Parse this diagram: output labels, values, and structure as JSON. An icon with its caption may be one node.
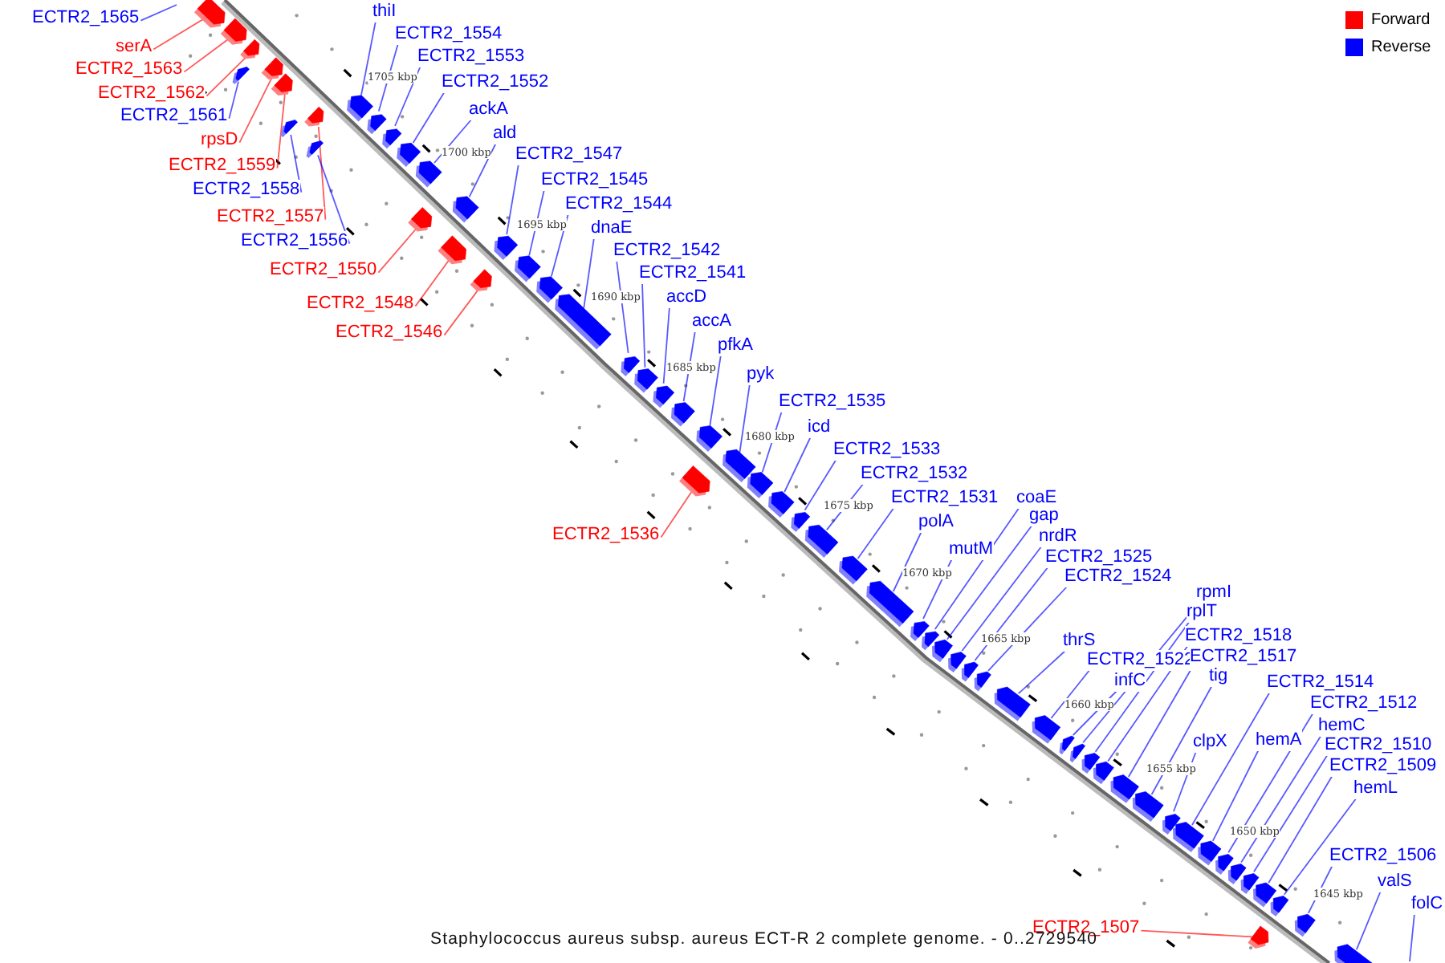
{
  "diagram": {
    "caption": "Staphylococcus aureus subsp. aureus ECT-R 2 complete genome. - 0..2729540",
    "nodes": [
      {
        "text": [
          "ECTR2_1565"
        ]
      },
      {
        "text": [
          "serA"
        ]
      },
      {
        "text": [],
        "shape": "arrow"
      },
      {
        "text": [
          "ECTR2_1563"
        ]
      },
      {
        "text": [],
        "shape": "arrow"
      },
      {
        "text": [
          "ECTR2_1562"
        ]
      },
      {
        "text": [],
        "shape": "arrow"
      },
      {
        "text": [
          "ECTR2_1561"
        ]
      },
      {
        "text": [],
        "shape": "arrow"
      },
      {
        "text": [
          "rpsD"
        ]
      },
      {
        "text": [],
        "shape": "arrow"
      },
      {
        "text": [
          "ECTR2_1559"
        ]
      },
      {
        "text": [],
        "shape": "arrow"
      },
      {
        "text": [
          "thiI"
        ]
      },
      {
        "text": [],
        "shape": "arrow"
      },
      {
        "text": [
          "ECTR2_1554"
        ]
      },
      {
        "text": [],
        "shape": "arrow"
      },
      {
        "text": [
          "ECTR2_1553"
        ]
      },
      {
        "text": [],
        "shape": "arrow"
      },
      {
        "text": [
          "ECTR2_1552"
        ]
      },
      {
        "text": [],
        "shape": "arrow"
      },
      {
        "text": [
          "ECTR2_1558"
        ]
      },
      {
        "text": [],
        "shape": "arrow"
      },
      {
        "text": [
          "ECTR2_1557"
        ]
      },
      {
        "text": [],
        "shape": "arrow"
      },
      {
        "text": [
          "ackA"
        ]
      },
      {
        "text": [],
        "shape": "arrow"
      },
      {
        "text": [
          "ald"
        ]
      },
      {
        "text": [],
        "shape": "arrow"
      },
      {
        "text": [
          "ECTR2_1556"
        ]
      },
      {
        "text": [],
        "shape": "arrow"
      },
      {
        "text": [
          "ECTR2_1550"
        ]
      },
      {
        "text": [],
        "shape": "arrow"
      },
      {
        "text": [
          "ECTR2_1547"
        ]
      },
      {
        "text": [],
        "shape": "arrow"
      },
      {
        "text": [
          "ECTR2_1545"
        ]
      },
      {
        "text": [],
        "shape": "arrow"
      },
      {
        "text": [
          "ECTR2_1544"
        ]
      },
      {
        "text": [],
        "shape": "arrow"
      },
      {
        "text": [
          "ECTR2_1548"
        ]
      },
      {
        "text": [],
        "shape": "arrow"
      },
      {
        "text": [
          "dnaE"
        ]
      },
      {
        "text": [],
        "shape": "arrow"
      },
      {
        "text": [
          "ECTR2_1546"
        ]
      },
      {
        "text": [],
        "shape": "arrow"
      },
      {
        "text": [
          "ECTR2_1542"
        ]
      },
      {
        "text": [],
        "shape": "arrow"
      },
      {
        "text": [
          "ECTR2_1541"
        ]
      },
      {
        "text": [],
        "shape": "arrow"
      },
      {
        "text": [
          "accD"
        ]
      },
      {
        "text": [],
        "shape": "arrow"
      },
      {
        "text": [
          "accA"
        ]
      },
      {
        "text": [],
        "shape": "arrow"
      },
      {
        "text": [
          "pfkA"
        ]
      },
      {
        "text": [],
        "shape": "arrow"
      },
      {
        "text": [
          "pyk"
        ]
      },
      {
        "text": [],
        "shape": "arrow"
      },
      {
        "text": [
          "ECTR2_1535"
        ]
      },
      {
        "text": [],
        "shape": "arrow"
      },
      {
        "text": [
          "ECTR2_1536"
        ]
      },
      {
        "text": [],
        "shape": "arrow"
      },
      {
        "text": [
          "icd"
        ]
      },
      {
        "text": [],
        "shape": "arrow"
      },
      {
        "text": [
          "ECTR2_1533"
        ]
      },
      {
        "text": [],
        "shape": "arrow"
      },
      {
        "text": [
          "ECTR2_1532"
        ]
      },
      {
        "text": [],
        "shape": "arrow"
      },
      {
        "text": [
          "ECTR2_1531"
        ]
      },
      {
        "text": [],
        "shape": "arrow"
      },
      {
        "text": [
          "polA"
        ]
      },
      {
        "text": [],
        "shape": "arrow"
      },
      {
        "text": [
          "mutM"
        ]
      },
      {
        "text": [],
        "shape": "arrow"
      },
      {
        "text": [
          "coaE"
        ]
      },
      {
        "text": [],
        "shape": "arrow"
      },
      {
        "text": [
          "gap"
        ]
      },
      {
        "text": [],
        "shape": "arrow"
      },
      {
        "text": [
          "nrdR"
        ]
      },
      {
        "text": [],
        "shape": "arrow"
      },
      {
        "text": [
          "ECTR2_1525"
        ]
      },
      {
        "text": [],
        "shape": "arrow"
      },
      {
        "text": [
          "ECTR2_1524"
        ]
      },
      {
        "text": [],
        "shape": "arrow"
      },
      {
        "text": [
          "thrS"
        ]
      },
      {
        "text": [],
        "shape": "arrow"
      },
      {
        "text": [
          "ECTR2_1522"
        ]
      },
      {
        "text": [],
        "shape": "arrow"
      },
      {
        "text": [
          "infC"
        ]
      },
      {
        "text": [],
        "shape": "arrow"
      },
      {
        "text": [
          "rpmI"
        ]
      },
      {
        "text": [],
        "shape": "arrow"
      },
      {
        "text": [
          "rplT"
        ]
      },
      {
        "text": [],
        "shape": "arrow"
      },
      {
        "text": [
          "ECTR2_1518"
        ]
      },
      {
        "text": [],
        "shape": "arrow"
      },
      {
        "text": [
          "ECTR2_1517"
        ]
      },
      {
        "text": [],
        "shape": "arrow"
      },
      {
        "text": [
          "tig"
        ]
      },
      {
        "text": [],
        "shape": "arrow"
      },
      {
        "text": [
          "clpX"
        ]
      },
      {
        "text": [],
        "shape": "arrow"
      },
      {
        "text": [
          "ECTR2_1514"
        ]
      },
      {
        "text": [],
        "shape": "arrow"
      },
      {
        "text": [
          "hemA"
        ]
      },
      {
        "text": [],
        "shape": "arrow"
      },
      {
        "text": [
          "ECTR2_1512"
        ]
      },
      {
        "text": [],
        "shape": "arrow"
      },
      {
        "text": [
          "hemC"
        ]
      },
      {
        "text": [],
        "shape": "arrow"
      },
      {
        "text": [
          "ECTR2_1510"
        ]
      },
      {
        "text": [],
        "shape": "arrow"
      },
      {
        "text": [
          "ECTR2_1509"
        ]
      },
      {
        "text": [],
        "shape": "arrow"
      },
      {
        "text": [
          "hemL"
        ]
      },
      {
        "text": [],
        "shape": "arrow"
      },
      {
        "text": [
          "ECTR2_1506"
        ]
      },
      {
        "text": [],
        "shape": "arrow"
      },
      {
        "text": [
          "ECTR2_1507"
        ]
      },
      {
        "text": [],
        "shape": "arrow"
      },
      {
        "text": [
          "valS"
        ]
      },
      {
        "text": [],
        "shape": "arrow"
      },
      {
        "text": [
          "folC"
        ]
      }
    ],
    "edges": [
      {
        "from": 0,
        "to": null,
        "arrow": "none"
      },
      {
        "from": 1,
        "to": 2,
        "arrow": "none",
        "color": "#ff0000"
      },
      {
        "from": 3,
        "to": 4,
        "arrow": "none",
        "color": "#ff0000"
      },
      {
        "from": 5,
        "to": 6,
        "arrow": "none",
        "color": "#ff0000"
      },
      {
        "from": 7,
        "to": 8,
        "arrow": "none"
      },
      {
        "from": 9,
        "to": 10,
        "arrow": "none",
        "color": "#ff0000"
      },
      {
        "from": 11,
        "to": 12,
        "arrow": "none",
        "color": "#ff0000"
      },
      {
        "from": 13,
        "to": 14,
        "arrow": "none"
      },
      {
        "from": 15,
        "to": 16,
        "arrow": "none"
      },
      {
        "from": 17,
        "to": 18,
        "arrow": "none"
      },
      {
        "from": 19,
        "to": 20,
        "arrow": "none"
      },
      {
        "from": 21,
        "to": 22,
        "arrow": "none"
      },
      {
        "from": 23,
        "to": 24,
        "arrow": "none",
        "color": "#ff0000"
      },
      {
        "from": 25,
        "to": 26,
        "arrow": "none"
      },
      {
        "from": 27,
        "to": 28,
        "arrow": "none"
      },
      {
        "from": 29,
        "to": 30,
        "arrow": "none"
      },
      {
        "from": 31,
        "to": 32,
        "arrow": "none",
        "color": "#ff0000"
      },
      {
        "from": 33,
        "to": 34,
        "arrow": "none"
      },
      {
        "from": 35,
        "to": 36,
        "arrow": "none"
      },
      {
        "from": 37,
        "to": 38,
        "arrow": "none"
      },
      {
        "from": 39,
        "to": 40,
        "arrow": "none",
        "color": "#ff0000"
      },
      {
        "from": 41,
        "to": 42,
        "arrow": "none"
      },
      {
        "from": 43,
        "to": 44,
        "arrow": "none",
        "color": "#ff0000"
      },
      {
        "from": 45,
        "to": 46,
        "arrow": "none"
      },
      {
        "from": 47,
        "to": 48,
        "arrow": "none"
      },
      {
        "from": 49,
        "to": 50,
        "arrow": "none"
      },
      {
        "from": 51,
        "to": 52,
        "arrow": "none"
      },
      {
        "from": 53,
        "to": 54,
        "arrow": "none"
      },
      {
        "from": 55,
        "to": 56,
        "arrow": "none"
      },
      {
        "from": 57,
        "to": 58,
        "arrow": "none"
      },
      {
        "from": 59,
        "to": 60,
        "arrow": "none",
        "color": "#ff0000"
      },
      {
        "from": 61,
        "to": 62,
        "arrow": "none"
      },
      {
        "from": 63,
        "to": 64,
        "arrow": "none"
      },
      {
        "from": 65,
        "to": 66,
        "arrow": "none"
      },
      {
        "from": 67,
        "to": 68,
        "arrow": "none"
      },
      {
        "from": 69,
        "to": 70,
        "arrow": "none"
      },
      {
        "from": 71,
        "to": 72,
        "arrow": "none"
      },
      {
        "from": 73,
        "to": 74,
        "arrow": "none"
      },
      {
        "from": 75,
        "to": 76,
        "arrow": "none"
      },
      {
        "from": 77,
        "to": 78,
        "arrow": "none"
      },
      {
        "from": 79,
        "to": 80,
        "arrow": "none"
      },
      {
        "from": 81,
        "to": 82,
        "arrow": "none"
      },
      {
        "from": 83,
        "to": 84,
        "arrow": "none"
      },
      {
        "from": 85,
        "to": 86,
        "arrow": "none"
      },
      {
        "from": 87,
        "to": 88,
        "arrow": "none"
      },
      {
        "from": 89,
        "to": 90,
        "arrow": "none"
      },
      {
        "from": 91,
        "to": 92,
        "arrow": "none"
      },
      {
        "from": 93,
        "to": 94,
        "arrow": "none"
      },
      {
        "from": 95,
        "to": 96,
        "arrow": "none"
      },
      {
        "from": 97,
        "to": 98,
        "arrow": "none"
      },
      {
        "from": 99,
        "to": 100,
        "arrow": "none"
      },
      {
        "from": 101,
        "to": 102,
        "arrow": "none"
      },
      {
        "from": 103,
        "to": 104,
        "arrow": "none"
      },
      {
        "from": 105,
        "to": 106,
        "arrow": "none"
      },
      {
        "from": 107,
        "to": 108,
        "arrow": "none"
      },
      {
        "from": 109,
        "to": 110,
        "arrow": "none"
      },
      {
        "from": 111,
        "to": 112,
        "arrow": "none"
      },
      {
        "from": 113,
        "to": 114,
        "arrow": "none"
      },
      {
        "from": 115,
        "to": 116,
        "arrow": "none"
      },
      {
        "from": 117,
        "to": 118,
        "arrow": "none",
        "color": "#ff0000"
      },
      {
        "from": 119,
        "to": 120,
        "arrow": "none"
      },
      {
        "from": 121,
        "to": null,
        "arrow": "none"
      }
    ],
    "labels": [
      "1705 kbp",
      "1700 kbp",
      "1695 kbp",
      "1690 kbp",
      "1685 kbp",
      "1680 kbp",
      "1675 kbp",
      "1670 kbp",
      "1665 kbp",
      "1660 kbp",
      "1655 kbp",
      "1650 kbp",
      "1645 kbp"
    ],
    "legend": [
      {
        "text": "Forward",
        "color": "#ff0000"
      },
      {
        "text": "Reverse",
        "color": "#0000ff"
      }
    ]
  }
}
